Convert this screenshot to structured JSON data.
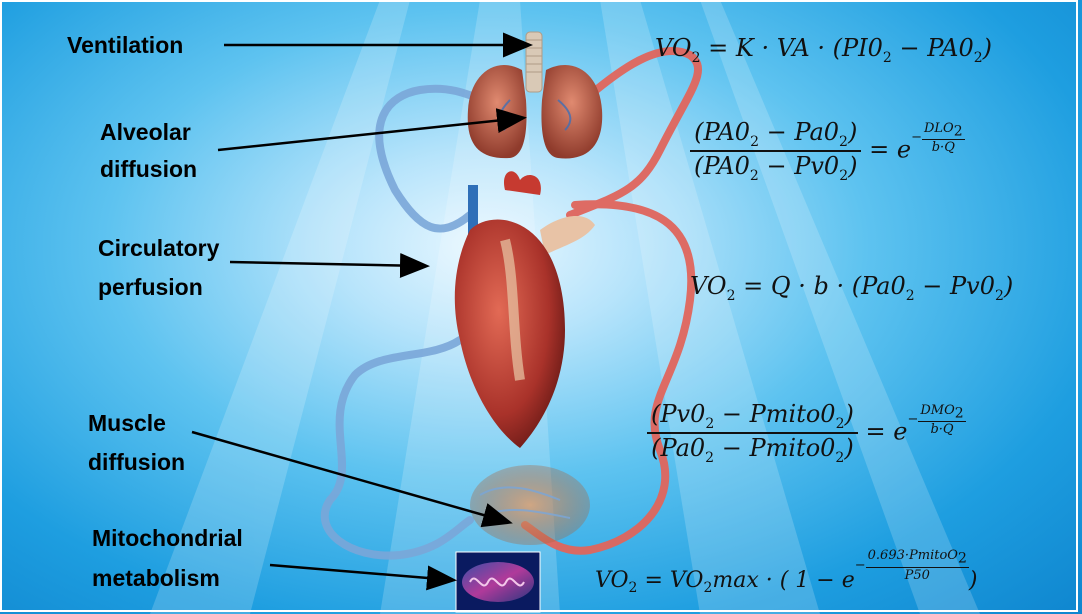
{
  "labels": {
    "ventilation": "Ventilation",
    "alveolar_1": "Alveolar",
    "alveolar_2": "diffusion",
    "circulatory_1": "Circulatory",
    "circulatory_2": "perfusion",
    "muscle_1": "Muscle",
    "muscle_2": "diffusion",
    "mito_1": "Mitochondrial",
    "mito_2": "metabolism"
  },
  "equations": {
    "eq1": {
      "lhs": "VO",
      "rhs": "= K · VA · (PI0",
      "mid": " − PA0",
      "end": ")"
    },
    "eq2": {
      "num_a": "(PA0",
      "num_b": " − Pa0",
      "den_a": "(PA0",
      "den_b": " − Pv0",
      "eq": "= e",
      "exp_num": "DLO",
      "exp_den": "b·Q"
    },
    "eq3": {
      "lhs": "VO",
      "rhs": "= Q · b · (Pa0",
      "mid": " − Pv0",
      "end": ")"
    },
    "eq4": {
      "num_a": "(Pv0",
      "num_b": " − Pmito0",
      "den_a": "(Pa0",
      "den_b": " − Pmito0",
      "eq": "= e",
      "exp_num": "DMO",
      "exp_den": "b·Q"
    },
    "eq5": {
      "lhs": "VO",
      "rhs": "= VO",
      "max": "max · ",
      "paren": "( 1 − e",
      "exp_num": "0.693·PmitoO",
      "exp_den": "P50",
      "close": ")"
    },
    "sub2": "2",
    "close_paren": ")"
  },
  "colors": {
    "background": "#1e9ee0",
    "artery": "#d9534f",
    "vein": "#6a9fd4",
    "heart": "#b83a2e",
    "lung": "#b55a45"
  }
}
